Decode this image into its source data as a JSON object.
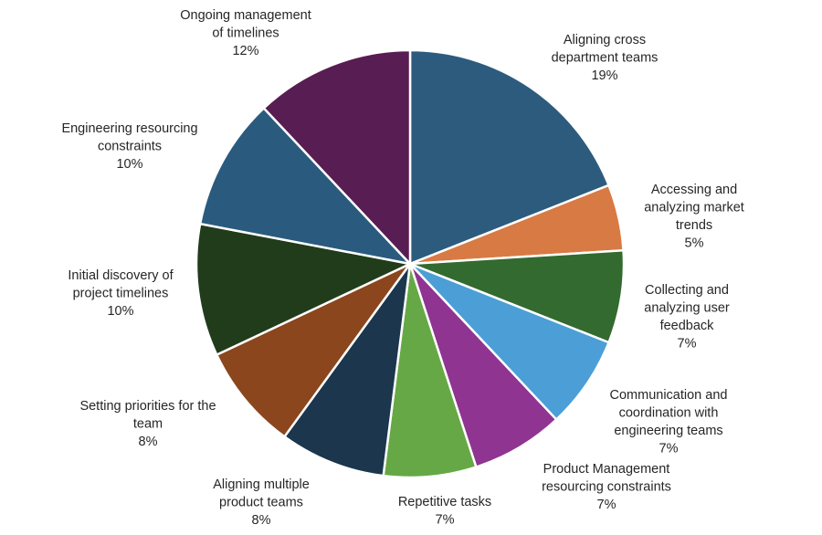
{
  "chart_data": {
    "type": "pie",
    "title": "",
    "start_angle_deg": 0,
    "direction": "clockwise",
    "slices": [
      {
        "label_lines": [
          "Aligning cross",
          "department teams"
        ],
        "percent_label": "19%",
        "value": 19,
        "color": "#2d5b7e"
      },
      {
        "label_lines": [
          "Accessing and",
          "analyzing market",
          "trends"
        ],
        "percent_label": "5%",
        "value": 5,
        "color": "#d87a43"
      },
      {
        "label_lines": [
          "Collecting and",
          "analyzing user",
          "feedback"
        ],
        "percent_label": "7%",
        "value": 7,
        "color": "#336a2f"
      },
      {
        "label_lines": [
          "Communication and",
          "coordination with",
          "engineering teams"
        ],
        "percent_label": "7%",
        "value": 7,
        "color": "#4b9fd6"
      },
      {
        "label_lines": [
          "Product Management",
          "resourcing constraints"
        ],
        "percent_label": "7%",
        "value": 7,
        "color": "#8f3491"
      },
      {
        "label_lines": [
          "Repetitive tasks"
        ],
        "percent_label": "7%",
        "value": 7,
        "color": "#66a845"
      },
      {
        "label_lines": [
          "Aligning multiple",
          "product teams"
        ],
        "percent_label": "8%",
        "value": 8,
        "color": "#1b364d"
      },
      {
        "label_lines": [
          "Setting priorities for the",
          "team"
        ],
        "percent_label": "8%",
        "value": 8,
        "color": "#8b461d"
      },
      {
        "label_lines": [
          "Initial discovery of",
          "project timelines"
        ],
        "percent_label": "10%",
        "value": 10,
        "color": "#213c1b"
      },
      {
        "label_lines": [
          "Engineering resourcing",
          "constraints"
        ],
        "percent_label": "10%",
        "value": 10,
        "color": "#2a5b7e"
      },
      {
        "label_lines": [
          "Ongoing management",
          "of timelines"
        ],
        "percent_label": "12%",
        "value": 12,
        "color": "#581d52"
      }
    ]
  }
}
